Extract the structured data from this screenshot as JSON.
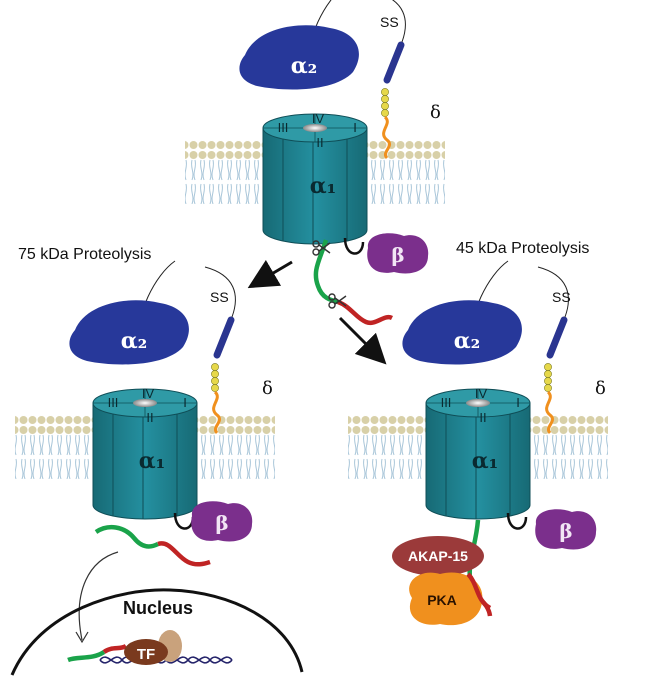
{
  "labels": {
    "left_caption": "75 kDa Proteolysis",
    "right_caption": "45 kDa Proteolysis",
    "alpha2": "α₂",
    "alpha1": "α₁",
    "delta": "δ",
    "beta": "β",
    "disulfide": "SS",
    "domain_I": "I",
    "domain_II": "II",
    "domain_III": "III",
    "domain_IV": "IV",
    "nucleus": "Nucleus",
    "tf": "TF",
    "akap": "AKAP-15",
    "pka": "PKA"
  },
  "colors": {
    "alpha1_body": "#1f7f8c",
    "alpha1_top": "#2f9aa6",
    "alpha2": "#27389a",
    "beta": "#7b2f8c",
    "delta": "#2a3590",
    "membrane_head": "#d8d0a8",
    "membrane_tail": "#a9c6d9",
    "green_fragment": "#1aa34a",
    "red_fragment": "#c02424",
    "akap": "#9b3a3a",
    "pka": "#f0901e",
    "tf": "#7a3a1e",
    "coactivator": "#c9a27c",
    "dna": "#24236a"
  }
}
